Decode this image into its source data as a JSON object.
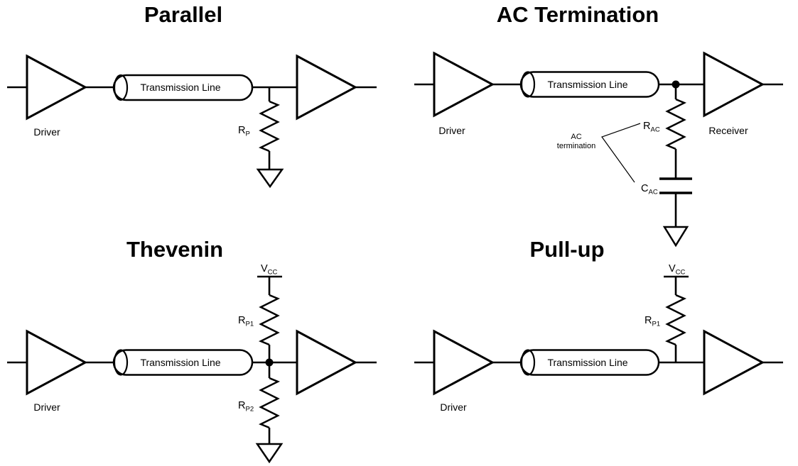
{
  "colors": {
    "ink": "#000000",
    "paper": "#ffffff"
  },
  "diagrams": {
    "parallel": {
      "title": "Parallel",
      "driver_label": "Driver",
      "transmission_line_label": "Transmission Line",
      "resistor": {
        "main": "R",
        "sub": "P"
      }
    },
    "ac_termination": {
      "title": "AC Termination",
      "driver_label": "Driver",
      "receiver_label": "Receiver",
      "transmission_line_label": "Transmission Line",
      "resistor": {
        "main": "R",
        "sub": "AC"
      },
      "capacitor": {
        "main": "C",
        "sub": "AC"
      },
      "annotation": {
        "line1": "AC",
        "line2": "termination"
      }
    },
    "thevenin": {
      "title": "Thevenin",
      "driver_label": "Driver",
      "transmission_line_label": "Transmission Line",
      "supply": {
        "main": "V",
        "sub": "CC"
      },
      "resistor_top": {
        "main": "R",
        "sub": "P1"
      },
      "resistor_bottom": {
        "main": "R",
        "sub": "P2"
      }
    },
    "pullup": {
      "title": "Pull-up",
      "driver_label": "Driver",
      "transmission_line_label": "Transmission Line",
      "supply": {
        "main": "V",
        "sub": "CC"
      },
      "resistor": {
        "main": "R",
        "sub": "P1"
      }
    }
  }
}
